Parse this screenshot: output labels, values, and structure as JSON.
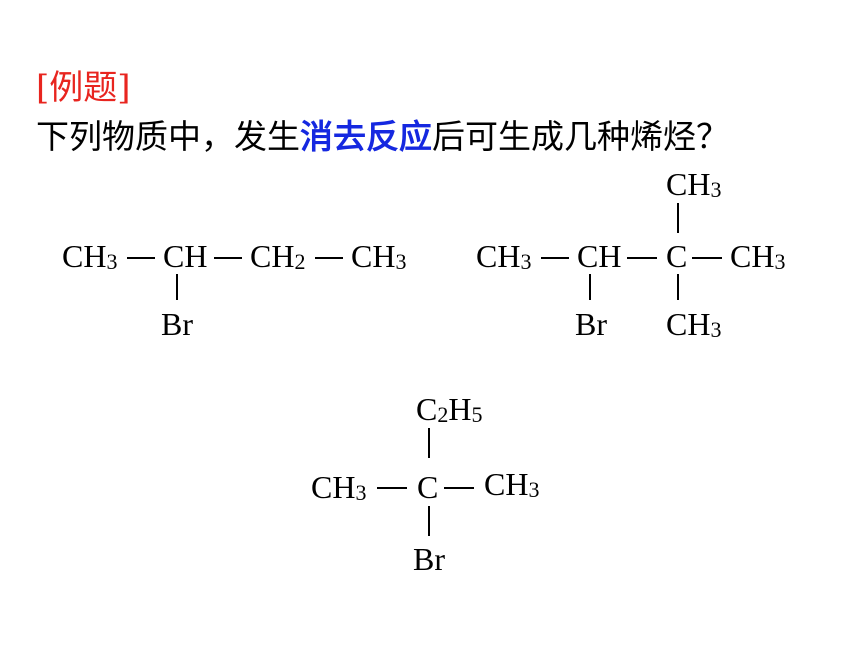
{
  "slide": {
    "label": "[例题]",
    "question_prefix": "下列物质中，发生",
    "question_highlight": "消去反应",
    "question_suffix": "后可生成几种烯烃？"
  },
  "colors": {
    "label": "#e8251f",
    "highlight": "#1528e0",
    "text": "#000000"
  },
  "molecule1": {
    "g1": "CH",
    "g1_sub": "3",
    "g2": "CH",
    "g3": "CH",
    "g3_sub": "2",
    "g4": "CH",
    "g4_sub": "3",
    "br": "Br"
  },
  "molecule2": {
    "left": "CH",
    "left_sub": "3",
    "ch": "CH",
    "c": "C",
    "right": "CH",
    "right_sub": "3",
    "top": "CH",
    "top_sub": "3",
    "bottom": "CH",
    "bottom_sub": "3",
    "br": "Br"
  },
  "molecule3": {
    "top_c": "C",
    "top_c_sub": "2",
    "top_h": "H",
    "top_h_sub": "5",
    "left": "CH",
    "left_sub": "3",
    "c": "C",
    "right": "CH",
    "right_sub": "3",
    "br": "Br"
  }
}
